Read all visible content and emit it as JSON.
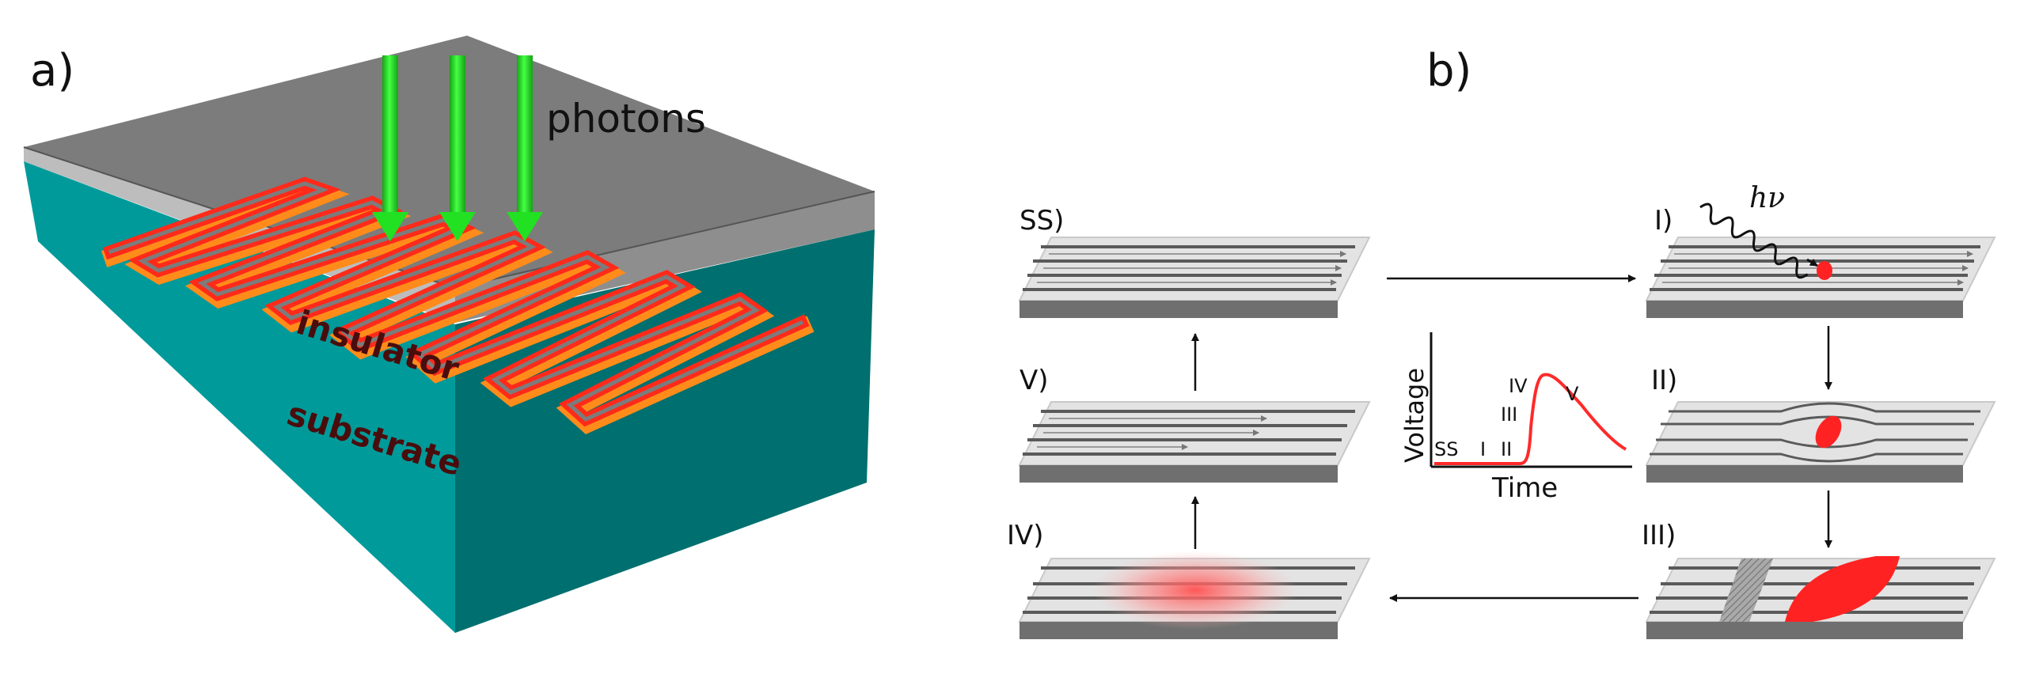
{
  "panel_a": {
    "label": "a)",
    "photons_label": "photons",
    "insulator_label": "insulator",
    "substrate_label": "substrate"
  },
  "panel_b": {
    "label": "b)",
    "stages": {
      "ss": "SS)",
      "i": "I)",
      "ii": "II)",
      "iii": "III)",
      "iv": "IV)",
      "v": "V)"
    },
    "photon_energy": "hν",
    "inset": {
      "xlabel": "Time",
      "ylabel": "Voltage",
      "tick_ss": "SS",
      "tick_i": "I",
      "tick_ii": "II",
      "tick_iii": "III",
      "tick_iv": "IV",
      "tick_v": "V"
    }
  },
  "colors": {
    "substrate": "#009a9a",
    "insulator": "#b9b9b9",
    "top_surface": "#7c7c7c",
    "wire_red": "#ff2a1a",
    "wire_orange": "#ffa21e",
    "photon_arrow": "#22e022",
    "hotspot": "#ff2222"
  }
}
